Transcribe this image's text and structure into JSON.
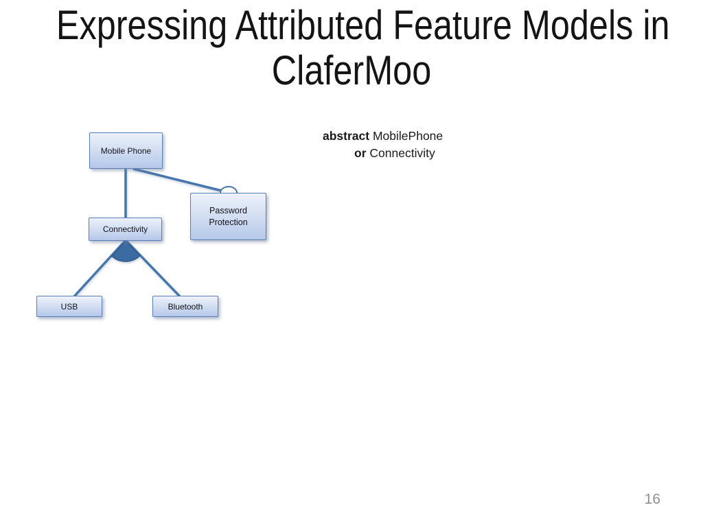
{
  "slide": {
    "title_line1": "Expressing Attributed Feature Models in",
    "title_line2": "ClaferMoo",
    "page_number": "16",
    "background": "#ffffff"
  },
  "diagram": {
    "nodes": [
      {
        "id": "mobile-phone",
        "label": "Mobile Phone"
      },
      {
        "id": "connectivity",
        "label": "Connectivity"
      },
      {
        "id": "password-protection",
        "label": "Password Protection"
      },
      {
        "id": "usb",
        "label": "USB"
      },
      {
        "id": "bluetooth",
        "label": "Bluetooth"
      }
    ],
    "markers": {
      "optional": "hollow-circle",
      "or_group": "filled-arc"
    },
    "colors": {
      "node_fill_top": "#edf2fb",
      "node_fill_bottom": "#b5c7e9",
      "node_border": "#5b7db1",
      "edge": "#4576ad",
      "or_arc_fill": "#3c6ba1",
      "or_arc_border": "#31598a",
      "label_text": "#10121c"
    }
  },
  "code": {
    "line1": {
      "keyword": "abstract",
      "text": "MobilePhone"
    },
    "line2": {
      "keyword": "or",
      "text": "Connectivity"
    }
  }
}
